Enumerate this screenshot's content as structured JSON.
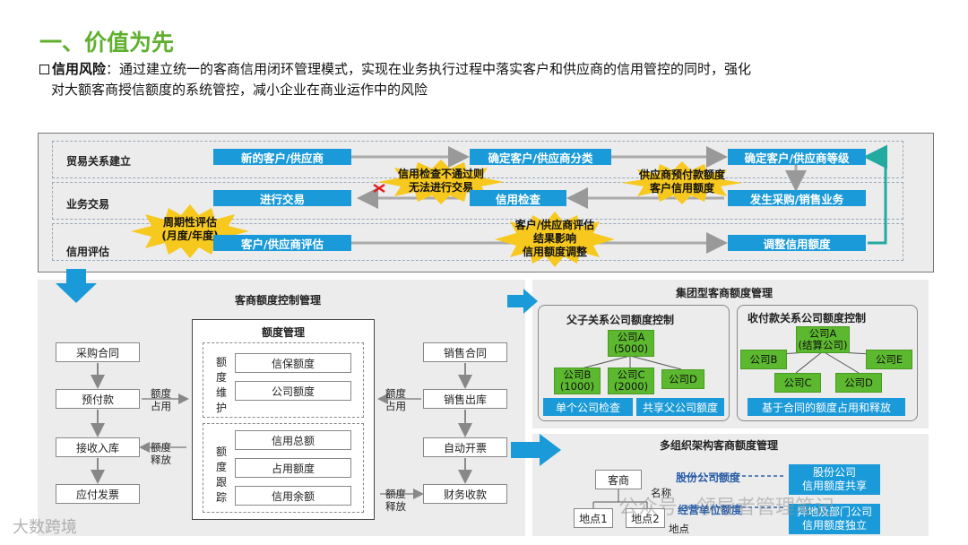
{
  "header": {
    "title": "一、价值为先",
    "desc_keyword": "信用风险",
    "desc_line1": "：通过建立统一的客商信用闭环管理模式，实现在业务执行过程中落实客户和供应商的信用管控的同时，强化",
    "desc_line2": "对大额客商授信额度的系统管控，减小企业在商业运作中的风险"
  },
  "flow": {
    "lanes": [
      "贸易关系建立",
      "业务交易",
      "信用评估"
    ],
    "boxes": {
      "new_partner": "新的客户/供应商",
      "classify": "确定客户/供应商分类",
      "grade": "确定客户/供应商等级",
      "trade": "进行交易",
      "credit_check": "信用检查",
      "purchase_sales": "发生采购/销售业务",
      "evaluate": "客户/供应商评估",
      "adjust": "调整信用额度"
    },
    "bursts": {
      "fail": [
        "信用检查不通过则",
        "无法进行交易"
      ],
      "prepay": [
        "供应商预付款额度",
        "客户信用额度"
      ],
      "periodic": [
        "周期性评估",
        "(月度/年度)"
      ],
      "result": [
        "客户/供应商评估",
        "结果影响",
        "信用额度调整"
      ]
    }
  },
  "left_panel": {
    "title": "客商额度控制管理",
    "center_title": "额度管理",
    "purchase_chain": [
      "采购合同",
      "预付款",
      "接收入库",
      "应付发票"
    ],
    "sales_chain": [
      "销售合同",
      "销售出库",
      "自动开票",
      "财务收款"
    ],
    "maintain_label": [
      "额",
      "度",
      "维",
      "护"
    ],
    "track_label": [
      "额",
      "度",
      "跟",
      "踪"
    ],
    "maintain_items": [
      "信保额度",
      "公司额度"
    ],
    "track_items": [
      "信用总额",
      "占用额度",
      "信用余额"
    ],
    "arrow_labels": {
      "occupy_left": [
        "额度",
        "占用"
      ],
      "release_left": [
        "额度",
        "释放"
      ],
      "occupy_right": [
        "额度",
        "占用"
      ],
      "release_right": [
        "额度",
        "释放"
      ]
    }
  },
  "group_panel": {
    "title": "集团型客商额度管理",
    "parent_child": {
      "title": "父子关系公司额度控制",
      "company_a": [
        "公司A",
        "(5000)"
      ],
      "company_b": [
        "公司B",
        "(1000)"
      ],
      "company_c": [
        "公司C",
        "(2000)"
      ],
      "company_d": [
        "公司D"
      ],
      "foot_left": "单个公司检查",
      "foot_right": "共享父公司额度"
    },
    "payment": {
      "title": "收付款关系公司额度控制",
      "company_a": [
        "公司A",
        "(结算公司)"
      ],
      "company_b": "公司B",
      "company_c": "公司C",
      "company_d": "公司D",
      "company_e": "公司E",
      "foot": "基于合同的额度占用和释放"
    }
  },
  "multi_panel": {
    "title": "多组织架构客商额度管理",
    "merchant": "客商",
    "name_label": "名称",
    "location_label": "地点",
    "loc1": "地点1",
    "loc2": "地点2",
    "share_quota": "股份公司额度",
    "unit_quota": "经营单位额度",
    "box1": [
      "股份公司",
      "信用额度共享"
    ],
    "box2": [
      "异地及部门公司",
      "信用额度独立"
    ]
  },
  "watermarks": {
    "right": "公众号 · 领导者管理笔记",
    "left": "大数跨境"
  },
  "colors": {
    "title_green": "#5fb02f",
    "flow_blue": "#1a9ad8",
    "burst_yellow": "#f7c81e",
    "company_green": "#5cb82e",
    "panel_gray": "#ececec"
  }
}
